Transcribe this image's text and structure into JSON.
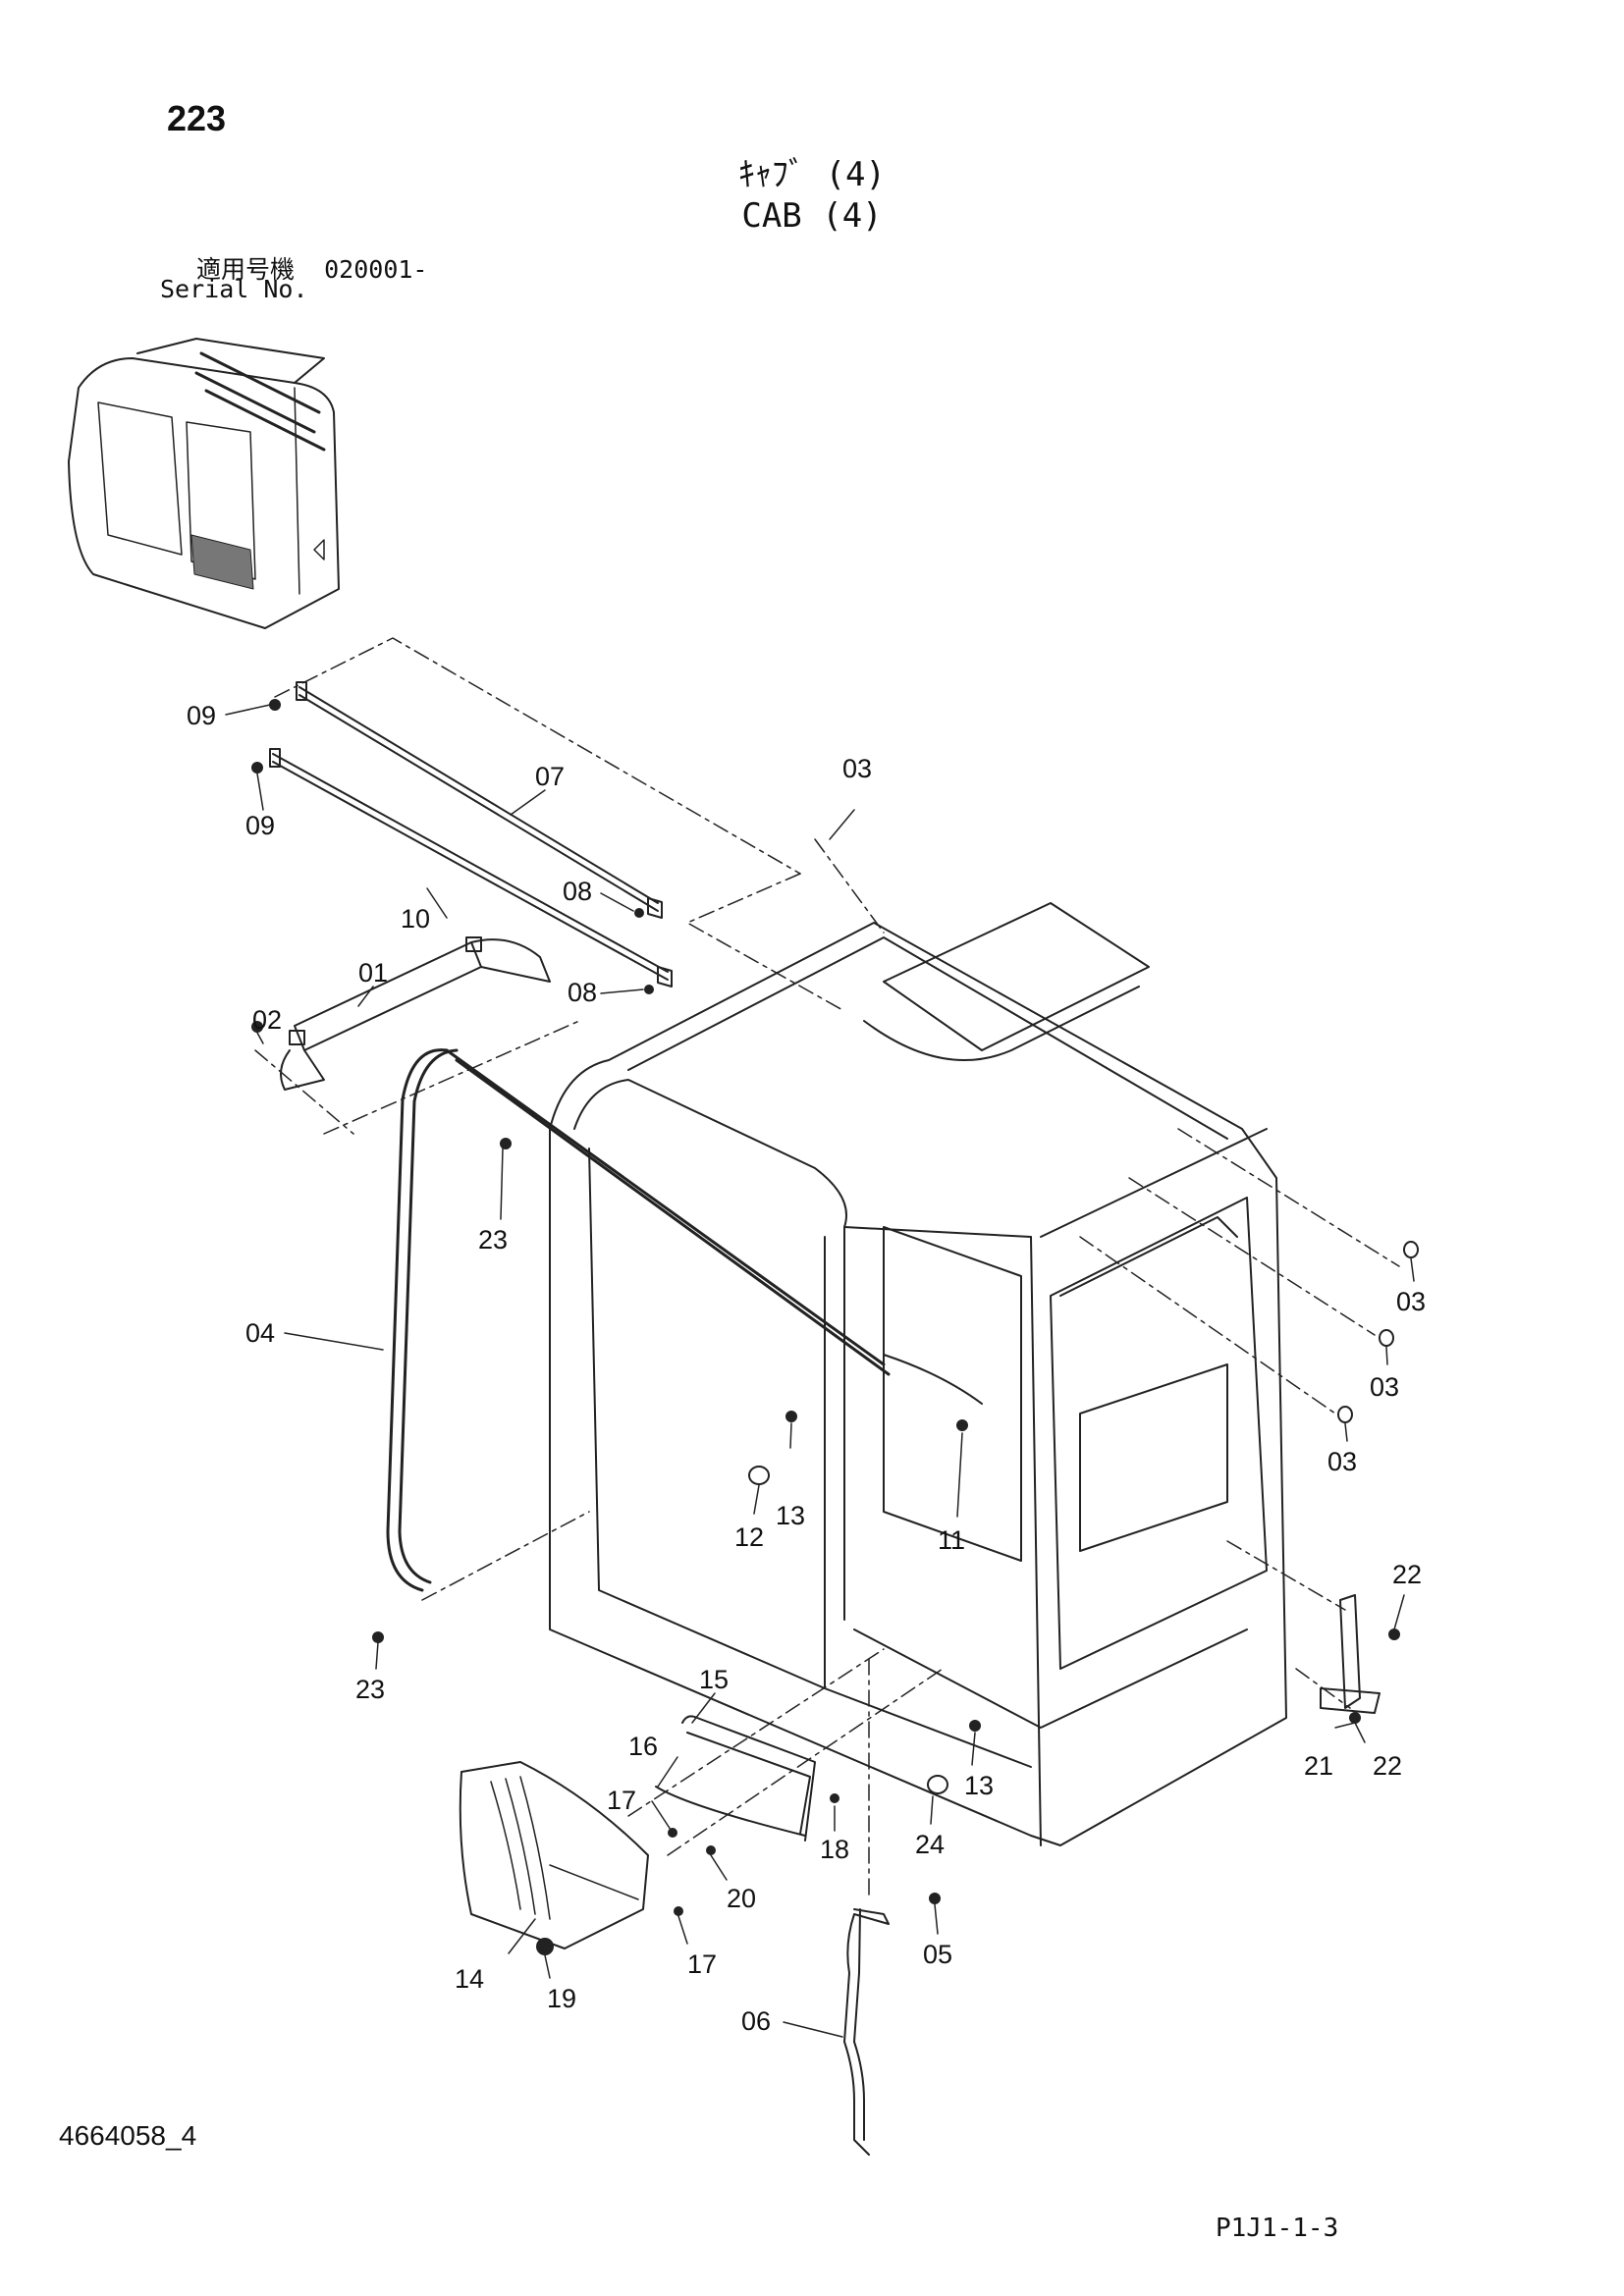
{
  "header": {
    "page_number": "223",
    "title_jp": "ｷｬﾌﾞ (4)",
    "title_en": "CAB (4)",
    "serial_label_jp": "適用号機",
    "serial_value": "020001-",
    "serial_label_en": "Serial No."
  },
  "footer": {
    "doc_code": "4664058_4",
    "page_code": "P1J1-1-3"
  },
  "callouts": [
    {
      "id": "c09a",
      "label": "09"
    },
    {
      "id": "c09b",
      "label": "09"
    },
    {
      "id": "c07",
      "label": "07"
    },
    {
      "id": "c10",
      "label": "10"
    },
    {
      "id": "c08a",
      "label": "08"
    },
    {
      "id": "c08b",
      "label": "08"
    },
    {
      "id": "c03a",
      "label": "03"
    },
    {
      "id": "c01",
      "label": "01"
    },
    {
      "id": "c02",
      "label": "02"
    },
    {
      "id": "c23a",
      "label": "23"
    },
    {
      "id": "c04",
      "label": "04"
    },
    {
      "id": "c03b",
      "label": "03"
    },
    {
      "id": "c03c",
      "label": "03"
    },
    {
      "id": "c03d",
      "label": "03"
    },
    {
      "id": "c12",
      "label": "12"
    },
    {
      "id": "c13a",
      "label": "13"
    },
    {
      "id": "c11",
      "label": "11"
    },
    {
      "id": "c22a",
      "label": "22"
    },
    {
      "id": "c23b",
      "label": "23"
    },
    {
      "id": "c15",
      "label": "15"
    },
    {
      "id": "c16",
      "label": "16"
    },
    {
      "id": "c21",
      "label": "21"
    },
    {
      "id": "c22b",
      "label": "22"
    },
    {
      "id": "c17a",
      "label": "17"
    },
    {
      "id": "c18",
      "label": "18"
    },
    {
      "id": "c24",
      "label": "24"
    },
    {
      "id": "c13b",
      "label": "13"
    },
    {
      "id": "c20",
      "label": "20"
    },
    {
      "id": "c05",
      "label": "05"
    },
    {
      "id": "c17b",
      "label": "17"
    },
    {
      "id": "c14",
      "label": "14"
    },
    {
      "id": "c19",
      "label": "19"
    },
    {
      "id": "c06",
      "label": "06"
    }
  ]
}
